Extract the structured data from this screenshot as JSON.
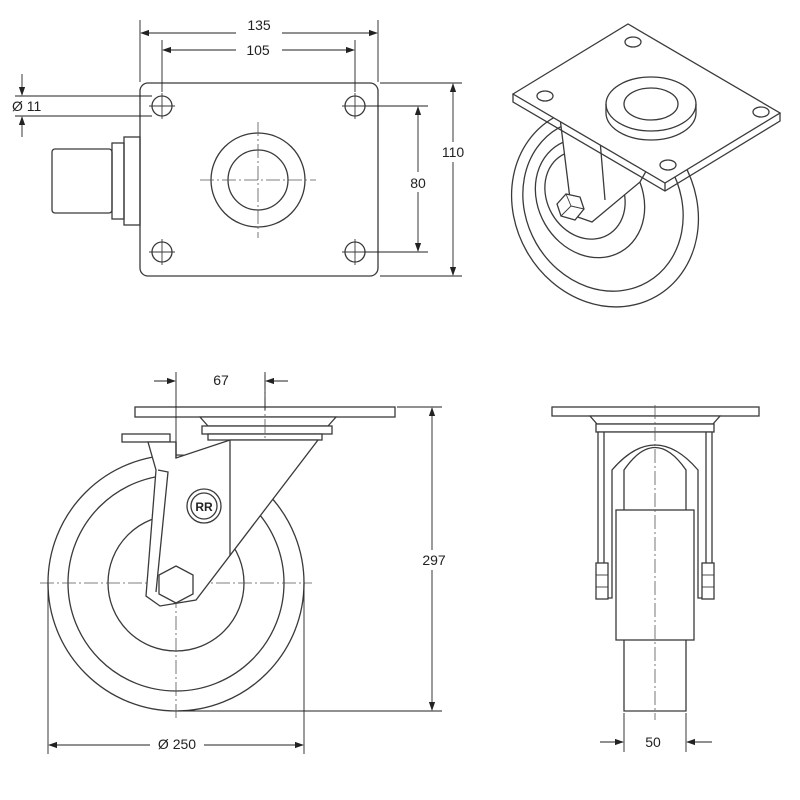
{
  "dimensions": {
    "plate_width": "135",
    "hole_spacing_x": "105",
    "hole_diameter": "Ø 11",
    "plate_length": "110",
    "hole_spacing_y": "80",
    "offset": "67",
    "overall_height": "297",
    "wheel_diameter": "Ø 250",
    "wheel_width": "50"
  },
  "logo_text": "RR",
  "colors": {
    "line": "#3a3a3a",
    "text": "#222222",
    "background": "#ffffff"
  }
}
